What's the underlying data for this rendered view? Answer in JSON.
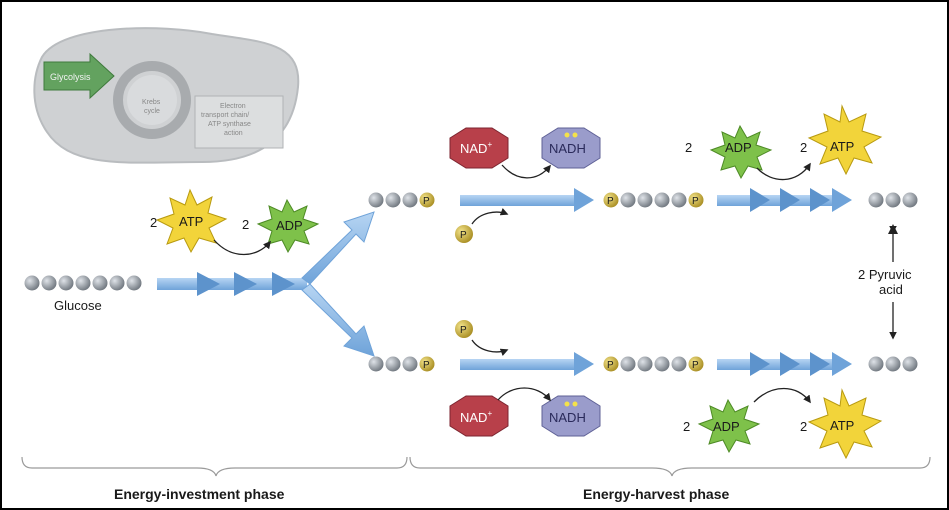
{
  "inset": {
    "glycolysis": "Glycolysis",
    "krebs_1": "Krebs",
    "krebs_2": "cycle",
    "etc_1": "Electron",
    "etc_2": "transport chain/",
    "etc_3": "ATP synthase",
    "etc_4": "action"
  },
  "investment": {
    "glucose": "Glucose",
    "atp_count": "2",
    "atp": "ATP",
    "adp_count": "2",
    "adp": "ADP"
  },
  "top": {
    "nad": "NAD",
    "nad_sup": "+",
    "nadh": "NADH",
    "p_free": "P",
    "p1": "P",
    "p2": "P",
    "p3": "P",
    "adp_count": "2",
    "adp": "ADP",
    "atp_count": "2",
    "atp": "ATP"
  },
  "bottom": {
    "nad": "NAD",
    "nad_sup": "+",
    "nadh": "NADH",
    "p_free": "P",
    "p1": "P",
    "p2": "P",
    "p3": "P",
    "adp_count": "2",
    "adp": "ADP",
    "atp_count": "2",
    "atp": "ATP"
  },
  "pyruvic_1": "2 Pyruvic",
  "pyruvic_2": "acid",
  "phases": {
    "investment": "Energy-investment phase",
    "harvest": "Energy-harvest phase"
  },
  "colors": {
    "arrow": "#7fb2e5",
    "atp": "#f2d43a",
    "adp": "#7ec14a",
    "nad": "#b8404a",
    "nadh": "#9a9ccb",
    "phosphate": "#c9b040",
    "carbon": "#8c939c"
  }
}
